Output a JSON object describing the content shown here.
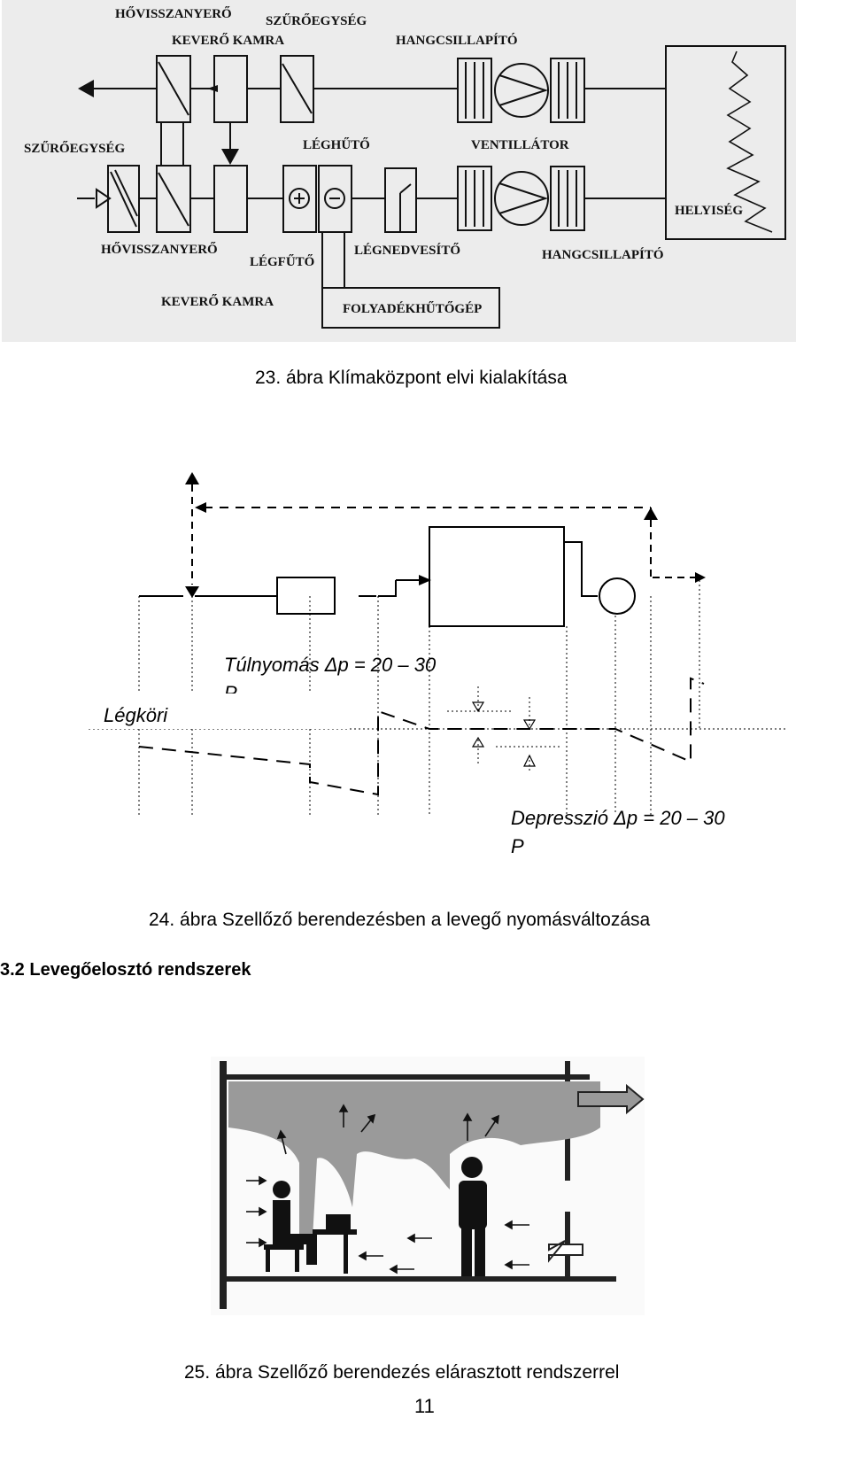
{
  "figure23": {
    "labels": {
      "heat_recovery_top": "HŐVISSZANYERŐ",
      "filter_top": "SZŰRŐEGYSÉG",
      "mixing_chamber_top": "KEVERŐ KAMRA",
      "silencer_top": "HANGCSILLAPÍTÓ",
      "filter_left": "SZŰRŐEGYSÉG",
      "air_cooler": "LÉGHŰTŐ",
      "fan": "VENTILLÁTOR",
      "room": "HELYISÉG",
      "heat_recovery_bottom": "HŐVISSZANYERŐ",
      "air_heater": "LÉGFŰTŐ",
      "humidifier": "LÉGNEDVESÍTŐ",
      "silencer_bottom": "HANGCSILLAPÍTÓ",
      "mixing_chamber_bottom": "KEVERŐ KAMRA",
      "chiller": "FOLYADÉKHŰTŐGÉP"
    },
    "caption": "23. ábra Klímaközpont elvi kialakítása"
  },
  "figure24": {
    "overpressure": "Túlnyomás Δp = 20 – 30",
    "overpressure_cut": "P",
    "atmospheric": "Légköri",
    "depression": "Depresszió Δp = 20 – 30",
    "depression_cut": "P",
    "caption": "24. ábra Szellőző berendezésben a levegő nyomásváltozása"
  },
  "section_heading": "3.2 Levegőelosztó rendszerek",
  "figure25": {
    "caption": "25. ábra Szellőző berendezés elárasztott rendszerrel"
  },
  "page_number": "11"
}
